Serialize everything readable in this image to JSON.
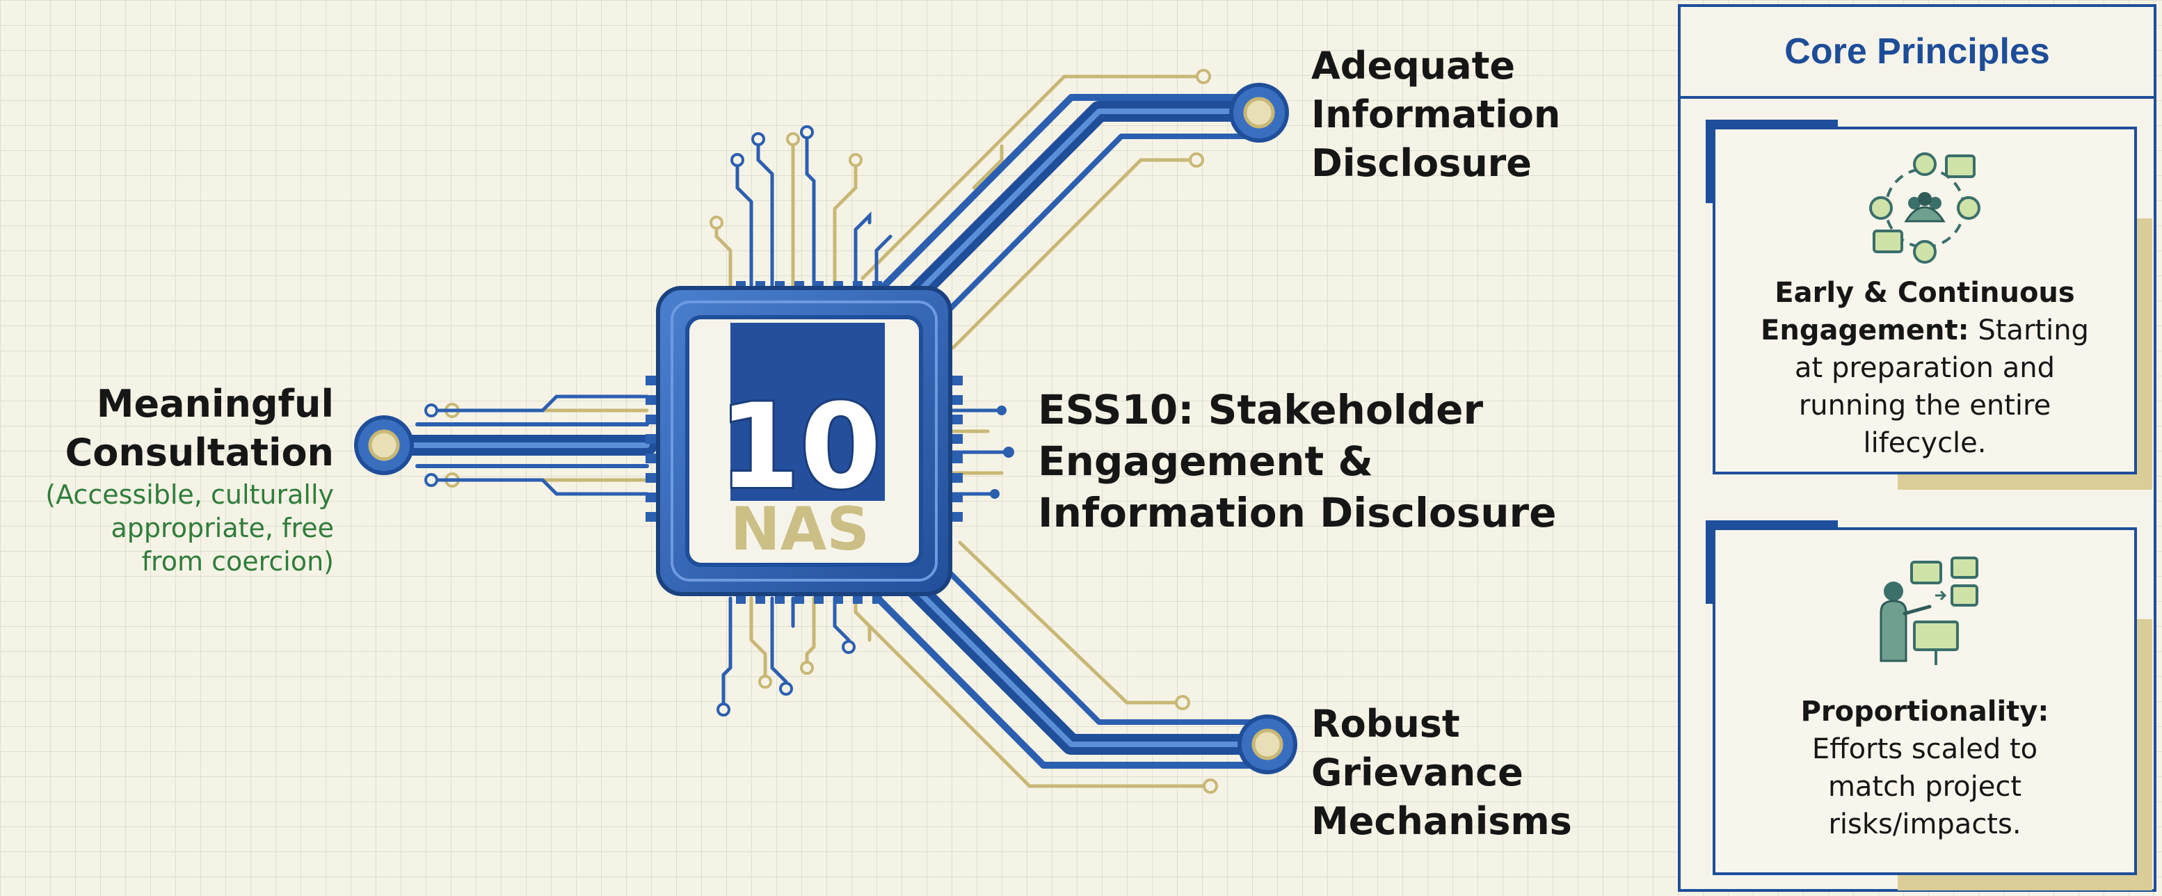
{
  "chip": {
    "number": "10",
    "sub_text": "NAS"
  },
  "labels": {
    "consultation": {
      "line1": "Meaningful",
      "line2": "Consultation",
      "sub1": "(Accessible, culturally",
      "sub2": "appropriate, free",
      "sub3": "from coercion)"
    },
    "information": {
      "line1": "Adequate",
      "line2": "Information",
      "line3": "Disclosure"
    },
    "center": {
      "line1": "ESS10: Stakeholder",
      "line2": "Engagement &",
      "line3": "Information Disclosure"
    },
    "grievance": {
      "line1": "Robust",
      "line2": "Grievance",
      "line3": "Mechanisms"
    }
  },
  "panel": {
    "title": "Core Principles",
    "cards": [
      {
        "icon": "engagement-cycle-icon",
        "bold1": "Early & Continuous",
        "bold2": "Engagement:",
        "text1": "Starting",
        "text2": "at preparation and",
        "text3": "running the entire",
        "text4": "lifecycle."
      },
      {
        "icon": "presenter-board-icon",
        "bold1": "Proportionality:",
        "text1": "Efforts scaled to",
        "text2": "match project",
        "text3": "risks/impacts."
      }
    ]
  },
  "colors": {
    "blue_dark": "#1f4e9a",
    "blue_mid": "#3a6fc0",
    "gold": "#c9b775",
    "green": "#2f7d3a",
    "background": "#f5f3e6"
  }
}
